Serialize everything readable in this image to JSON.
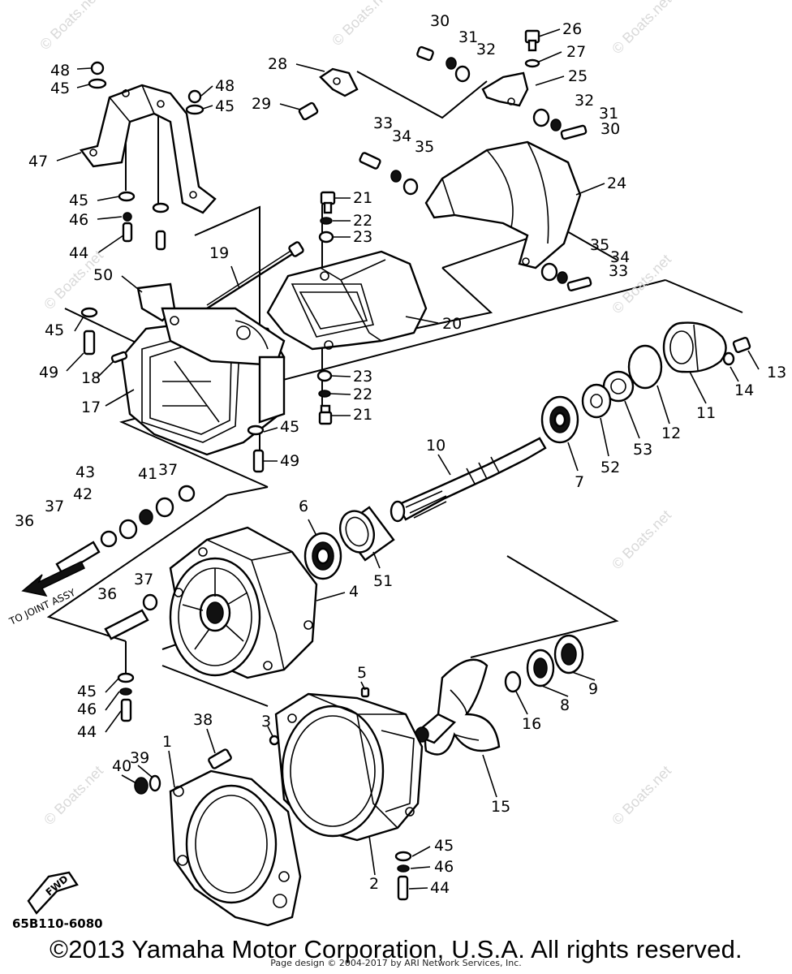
{
  "diagram_code": "65B110-6080",
  "copyright": "©2013 Yamaha Motor Corporation, U.S.A. All rights reserved.",
  "page_credit": "Page design © 2004-2017 by ARI Network Services, Inc.",
  "watermark": "© Boats.net",
  "annotations": {
    "to_joint_assy": "TO JOINT ASSY",
    "fwd": "FWD"
  },
  "callouts": [
    "1",
    "2",
    "3",
    "4",
    "5",
    "6",
    "7",
    "8",
    "9",
    "10",
    "11",
    "12",
    "13",
    "14",
    "15",
    "16",
    "17",
    "18",
    "19",
    "20",
    "21",
    "22",
    "23",
    "24",
    "25",
    "26",
    "27",
    "28",
    "29",
    "30",
    "31",
    "32",
    "33",
    "34",
    "35",
    "36",
    "37",
    "38",
    "39",
    "40",
    "41",
    "42",
    "43",
    "44",
    "45",
    "46",
    "47",
    "48",
    "49",
    "50",
    "51",
    "52",
    "53"
  ]
}
